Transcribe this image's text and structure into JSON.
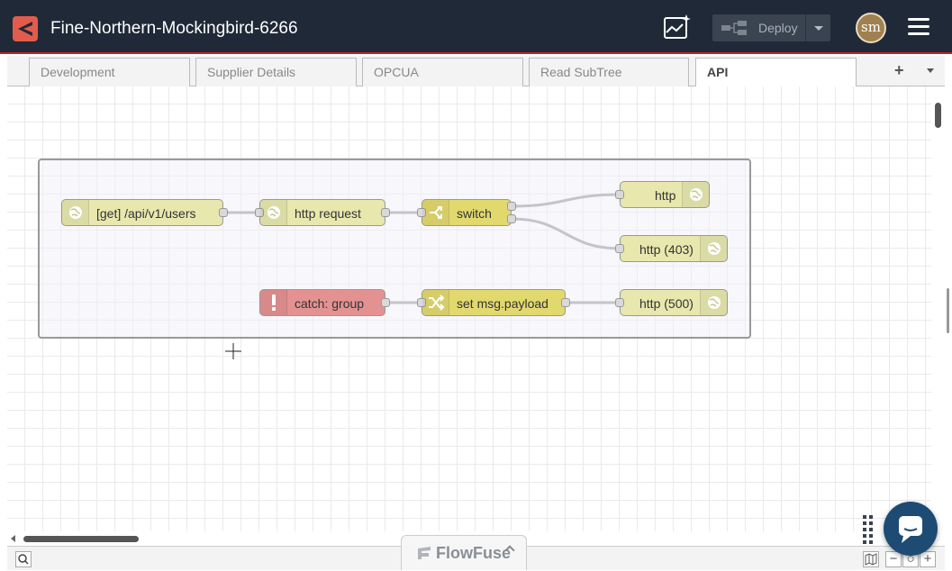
{
  "header": {
    "title": "Fine-Northern-Mockingbird-6266",
    "deploy_label": "Deploy",
    "avatar_initials": "sm"
  },
  "tabs": [
    {
      "label": "Development",
      "active": false
    },
    {
      "label": "Supplier Details",
      "active": false
    },
    {
      "label": "OPCUA",
      "active": false
    },
    {
      "label": "Read SubTree",
      "active": false
    },
    {
      "label": "API",
      "active": true
    }
  ],
  "tab_add": "+",
  "nodes": {
    "http_in": {
      "label": "[get] /api/v1/users",
      "icon": "globe-icon",
      "color": "#e7e7ae"
    },
    "http_request": {
      "label": "http request",
      "icon": "globe-icon",
      "color": "#e7e7ae"
    },
    "switch": {
      "label": "switch",
      "icon": "switch-icon",
      "color": "#e2d96e"
    },
    "http_out": {
      "label": "http",
      "icon": "globe-icon",
      "color": "#e7e7ae"
    },
    "http_403": {
      "label": "http (403)",
      "icon": "globe-icon",
      "color": "#e7e7ae"
    },
    "catch": {
      "label": "catch: group",
      "icon": "alert-icon",
      "color": "#e49191"
    },
    "change": {
      "label": "set msg.payload",
      "icon": "shuffle-icon",
      "color": "#e2d96e"
    },
    "http_500": {
      "label": "http (500)",
      "icon": "globe-icon",
      "color": "#e7e7ae"
    }
  },
  "footer": {
    "brand": "FlowFuse",
    "zoom_out": "−",
    "zoom_reset": "○",
    "zoom_in": "+"
  }
}
